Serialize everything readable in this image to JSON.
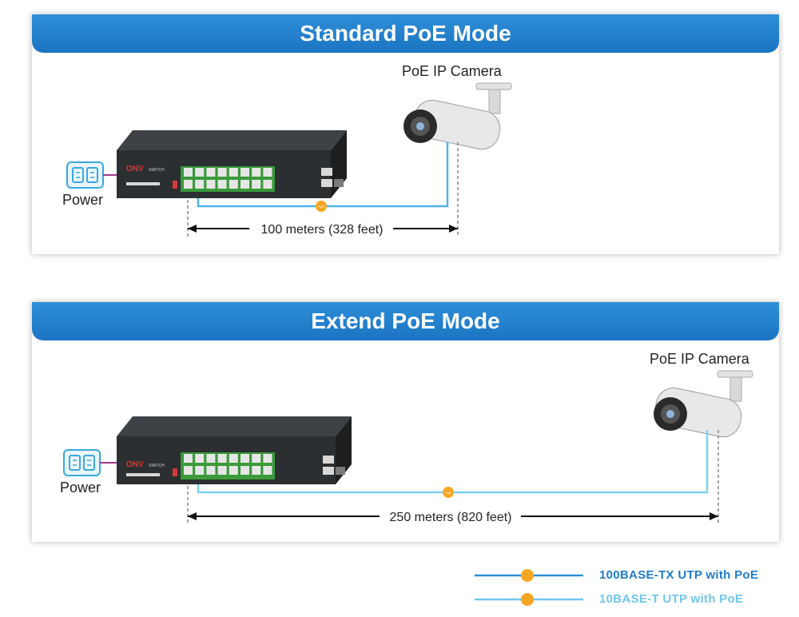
{
  "standard": {
    "title": "Standard PoE Mode",
    "camera_label": "PoE IP Camera",
    "power_label": "Power",
    "distance_label": "100 meters (328 feet)"
  },
  "extend": {
    "title": "Extend PoE Mode",
    "camera_label": "PoE IP Camera",
    "power_label": "Power",
    "distance_label": "250 meters (820 feet)"
  },
  "switch": {
    "brand": "ONV",
    "model": "SWITCH"
  },
  "poe_marker": "PoE",
  "legend": [
    {
      "label": "100BASE-TX UTP with PoE",
      "color": "#2a8fd8",
      "icon": "poe-orange-dot"
    },
    {
      "label": "10BASE-T UTP with PoE",
      "color": "#6fc6ee",
      "icon": "poe-orange-dot"
    }
  ],
  "colors": {
    "banner": "#1f7cc8",
    "cable_standard": "#4fb3e8",
    "cable_extend": "#7fd0f2",
    "poe_dot": "#f5a623",
    "outlet": "#3aa8e0"
  }
}
